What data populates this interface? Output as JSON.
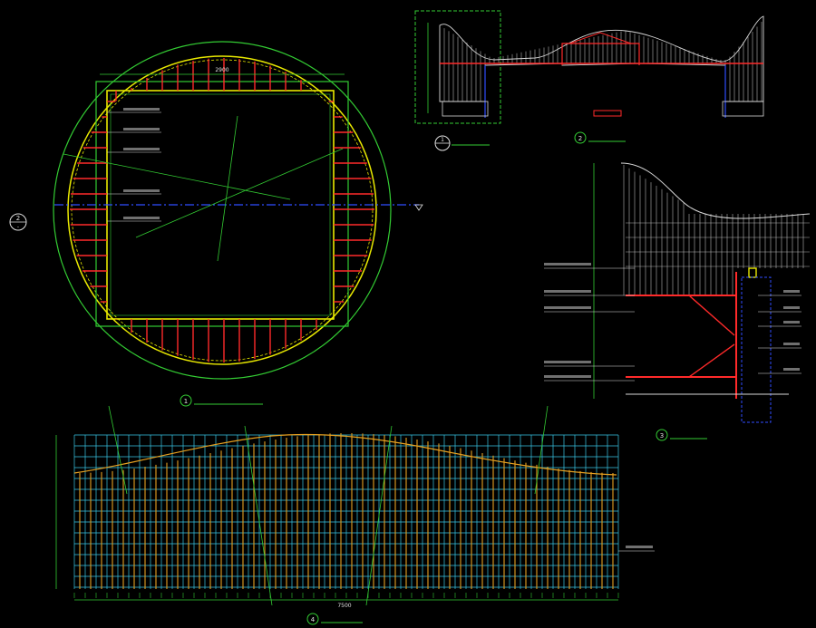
{
  "drawing": {
    "colors": {
      "background": "#000000",
      "outline": "#33cc33",
      "frame": "#e8e800",
      "member": "#ff2a2a",
      "slat": "#d8d8d8",
      "axis": "#2f4dff",
      "grid": "#39c6e6",
      "rod": "#e6a020",
      "dim": "#33cc33",
      "text": "#e0e0e0"
    },
    "section_markers": [
      {
        "num": "2",
        "sheet": "-"
      },
      {
        "num": "1",
        "sheet": "-"
      }
    ],
    "view_titles": [
      {
        "num": "1",
        "title": "",
        "scale": ""
      },
      {
        "num": "2",
        "title": "",
        "scale": ""
      },
      {
        "num": "3",
        "title": "",
        "scale": ""
      },
      {
        "num": "4",
        "title": "",
        "scale": ""
      }
    ],
    "dimensions": {
      "plan_top": "2900",
      "elevation_bottom": "7500"
    }
  }
}
